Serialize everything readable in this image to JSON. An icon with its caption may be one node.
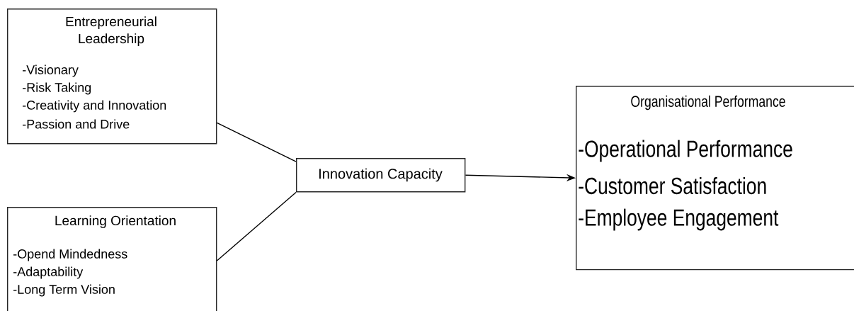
{
  "diagram": {
    "nodes": [
      {
        "text": [
          "Entrepreneurial Leadership",
          "-Visionary",
          "-Risk Taking",
          "-Creativity and Innovation",
          "-Passion and Drive"
        ]
      },
      {
        "text": [
          "Learning Orientation",
          "-Opend Mindedness",
          "-Adaptability",
          "-Long Term Vision"
        ]
      },
      {
        "text": [
          "Innovation Capacity"
        ]
      },
      {
        "text": [
          "Organisational Performance",
          "-Operational Performance",
          "-Customer Satisfaction",
          "-Employee Engagement"
        ]
      }
    ],
    "edges": [
      {
        "from": 0,
        "to": 2,
        "arrow": "none"
      },
      {
        "from": 1,
        "to": 2,
        "arrow": "none"
      },
      {
        "from": 2,
        "to": 3,
        "arrow": "to"
      }
    ]
  }
}
